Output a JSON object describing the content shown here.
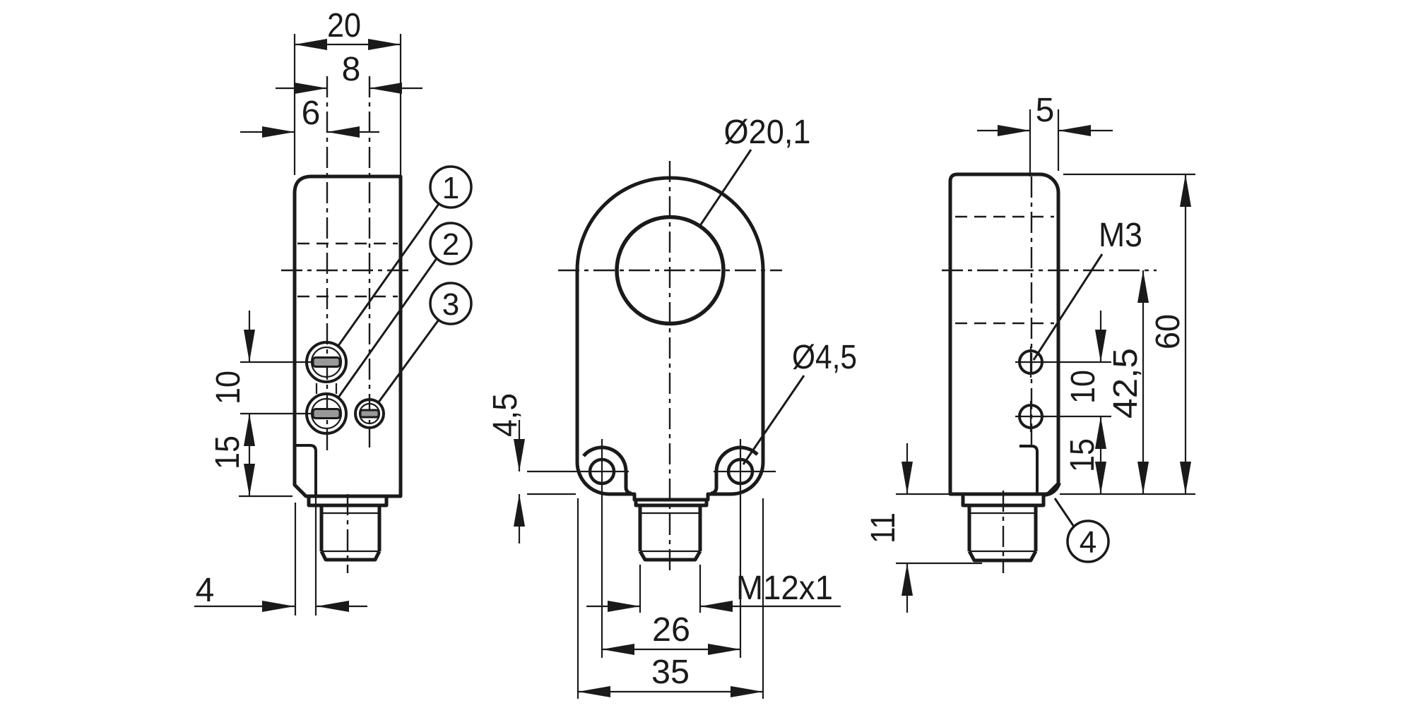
{
  "drawing": {
    "type": "technical-dimension-drawing",
    "part": "ring-sensor-with-m12-connector",
    "units_shown": "mm-values-as-printed",
    "colors": {
      "line": "#1a1a1a",
      "background": "#ffffff"
    }
  },
  "views": {
    "left": {
      "name": "left-side-view",
      "dims": {
        "width_total": "20",
        "pot_offset_outer": "8",
        "pot_offset_face": "6",
        "pot_spacing": "10",
        "pot_to_bottom": "15",
        "face_wall": "4"
      },
      "callouts": {
        "c1": "1",
        "c2": "2",
        "c3": "3"
      }
    },
    "front": {
      "name": "front-view",
      "dims": {
        "ring_bore": "Ø20,1",
        "mount_hole": "Ø4,5",
        "hole_to_bottom": "4,5",
        "connector_thread": "M12x1",
        "hole_spacing": "26",
        "width_total": "35"
      }
    },
    "right": {
      "name": "right-side-view",
      "dims": {
        "screw_offset": "5",
        "screw_thread": "M3",
        "screw_spacing": "10",
        "screw_to_bottom": "15",
        "axis_to_bottom": "42,5",
        "height_total": "60",
        "connector_length": "11"
      },
      "callouts": {
        "c4": "4"
      }
    }
  }
}
